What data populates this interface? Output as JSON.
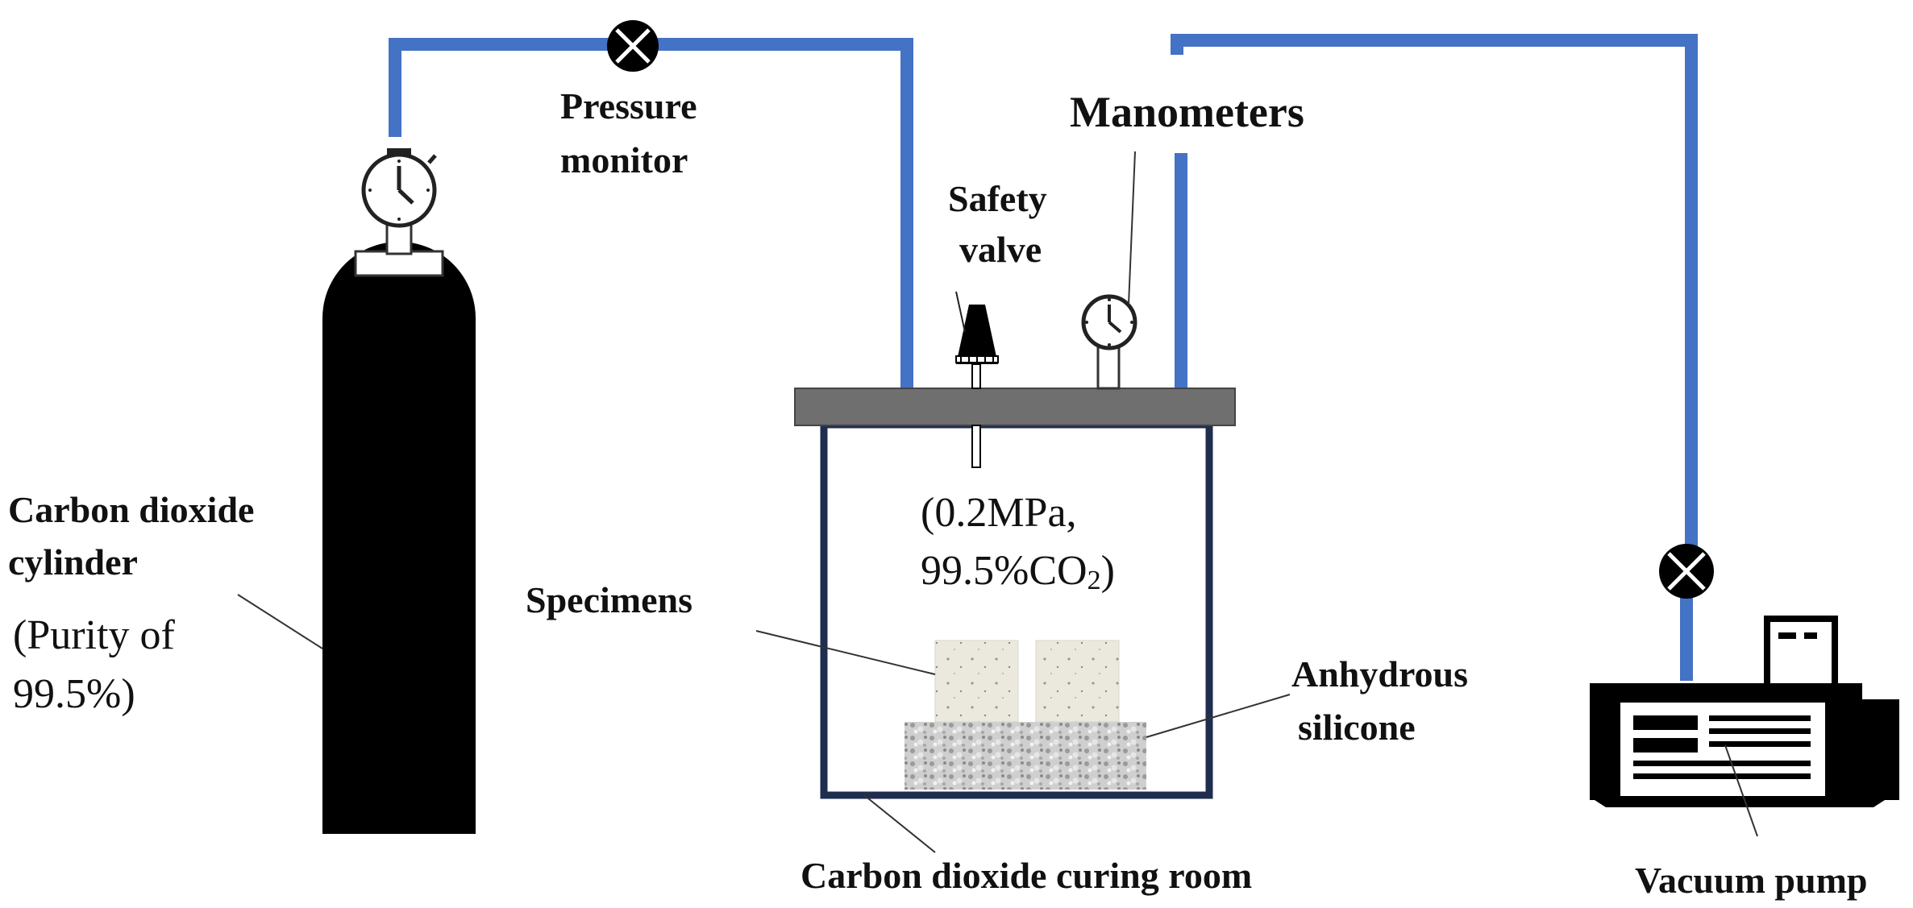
{
  "labels": {
    "pressure_monitor_line1": "Pressure",
    "pressure_monitor_line2": "monitor",
    "manometers": "Manometers",
    "safety_valve_line1": "Safety",
    "safety_valve_line2": "valve",
    "cylinder_line1": "Carbon dioxide",
    "cylinder_line2": "cylinder",
    "purity_line1": "(Purity of",
    "purity_line2": "99.5%)",
    "chamber_condition_line1": "(0.2MPa,",
    "chamber_condition_line2_a": "99.5%CO",
    "chamber_condition_line2_sub": "2",
    "chamber_condition_line2_b": ")",
    "specimens": "Specimens",
    "silicone_line1": "Anhydrous",
    "silicone_line2": "silicone",
    "curing_room": "Carbon dioxide curing room",
    "vacuum_pump": "Vacuum pump"
  },
  "colors": {
    "pipe": "#4472c4",
    "chamber_outline": "#1f2d4e",
    "lid": "#6f6f6f",
    "cylinder": "#000000",
    "specimen": "#e8e6da",
    "silicone": "#c8c8c8"
  }
}
